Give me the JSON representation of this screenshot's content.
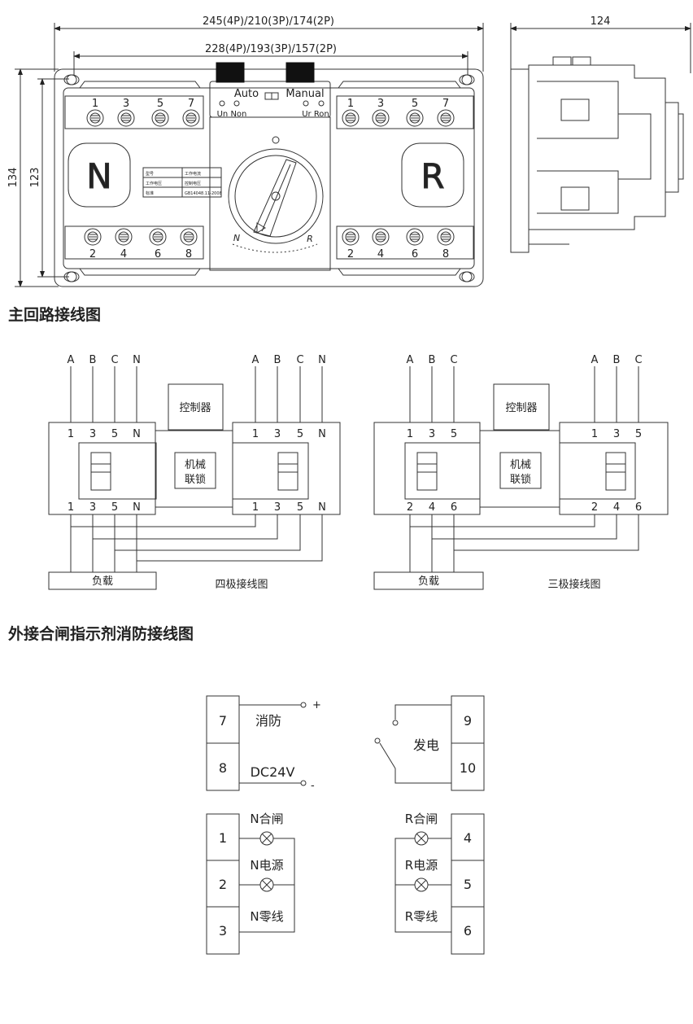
{
  "dimensions": {
    "width_overall": "245(4P)/210(3P)/174(2P)",
    "width_mounting": "228(4P)/193(3P)/157(2P)",
    "height_overall": "134",
    "height_mounting": "123",
    "side_width": "124"
  },
  "front_view": {
    "mode_auto": "Auto",
    "mode_manual": "Manual",
    "indicator_left": "Un Non",
    "indicator_right": "Ur Ron",
    "top_terminals": [
      "1",
      "3",
      "5",
      "7"
    ],
    "bottom_terminals": [
      "2",
      "4",
      "6",
      "8"
    ],
    "n_symbol": "N",
    "r_symbol": "R",
    "handle_n": "N",
    "handle_r": "R",
    "nameplate_rows": [
      [
        "型号",
        "工作电流"
      ],
      [
        "工作电压",
        "控制电压"
      ],
      [
        "标准",
        "GB14048.11-2008"
      ]
    ]
  },
  "main_circuit": {
    "title": "主回路接线图",
    "four_pole": {
      "caption": "四极接线图",
      "phases": [
        "A",
        "B",
        "C",
        "N"
      ],
      "terminals": [
        "1",
        "3",
        "5",
        "N"
      ],
      "controller": "控制器",
      "interlock_line1": "机械",
      "interlock_line2": "联锁",
      "load": "负载"
    },
    "three_pole": {
      "caption": "三极接线图",
      "phases": [
        "A",
        "B",
        "C"
      ],
      "top_terminals": [
        "1",
        "3",
        "5"
      ],
      "bottom_terminals": [
        "2",
        "4",
        "6"
      ],
      "controller": "控制器",
      "interlock_line1": "机械",
      "interlock_line2": "联锁",
      "load": "负载"
    }
  },
  "external": {
    "title": "外接合闸指示剂消防接线图",
    "fire": {
      "terminals": [
        "7",
        "8"
      ],
      "label": "消防",
      "voltage": "DC24V",
      "plus": "+",
      "minus": "-"
    },
    "generator": {
      "terminals": [
        "9",
        "10"
      ],
      "label": "发电"
    },
    "n_side": {
      "terminals": [
        "1",
        "2",
        "3"
      ],
      "labels": [
        "N合闸",
        "N电源",
        "N零线"
      ]
    },
    "r_side": {
      "terminals": [
        "4",
        "5",
        "6"
      ],
      "labels": [
        "R合闸",
        "R电源",
        "R零线"
      ]
    }
  }
}
